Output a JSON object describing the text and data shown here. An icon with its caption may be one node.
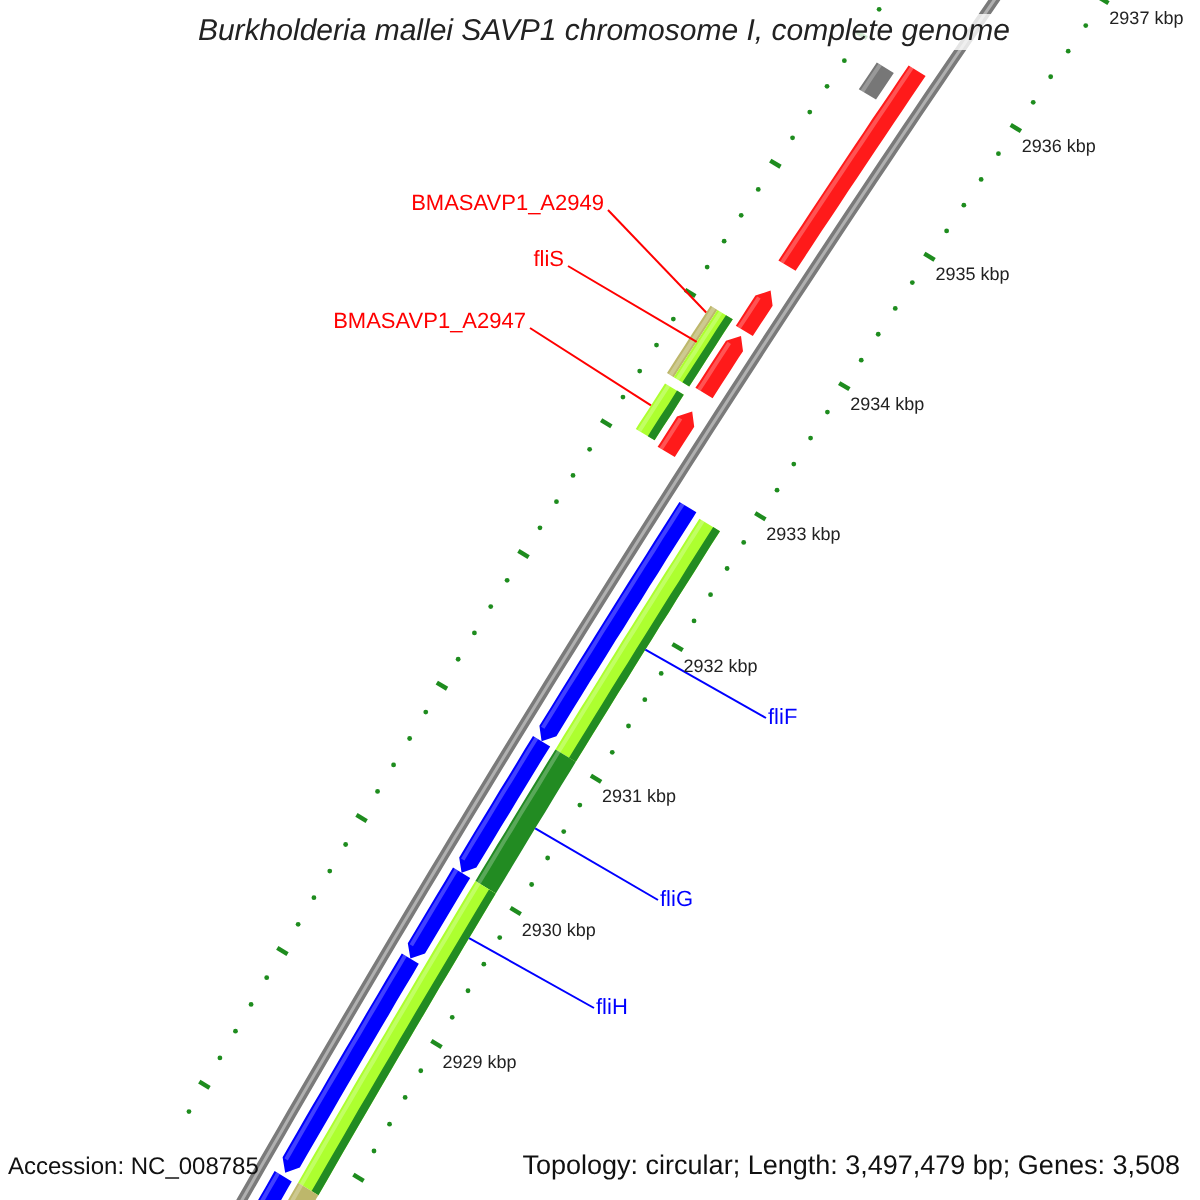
{
  "diagram": {
    "title": "Burkholderia mallei SAVP1 chromosome I, complete genome",
    "nodes": [
      {
        "text": [
          "BMASAVP1_A2949"
        ]
      },
      {
        "text": [
          "fliS"
        ]
      },
      {
        "text": [
          "BMASAVP1_A2947"
        ]
      },
      {
        "text": [
          "fliF"
        ]
      },
      {
        "text": [
          "fliG"
        ]
      },
      {
        "text": [
          "fliH"
        ]
      },
      {
        "text": [],
        "shape": "bar"
      },
      {
        "text": [],
        "shape": "bar"
      },
      {
        "text": [],
        "shape": "bar"
      },
      {
        "text": [],
        "shape": "bar"
      },
      {
        "text": [],
        "shape": "bar"
      },
      {
        "text": [],
        "shape": "bar"
      },
      {
        "text": [],
        "shape": "bar"
      },
      {
        "text": [],
        "shape": "bar"
      },
      {
        "text": [],
        "shape": "bar"
      },
      {
        "text": [],
        "shape": "bar"
      },
      {
        "text": [],
        "shape": "bar"
      },
      {
        "text": [],
        "shape": "bar"
      },
      {
        "text": [],
        "shape": "bar"
      },
      {
        "text": [],
        "shape": "bar"
      },
      {
        "text": [],
        "shape": "bar"
      },
      {
        "text": [],
        "shape": "bar"
      },
      {
        "text": [],
        "shape": "bar"
      }
    ],
    "edges": [
      {
        "from": 0,
        "to": 9,
        "arrow": "none",
        "color": "#ff0000"
      },
      {
        "from": 1,
        "to": 10,
        "arrow": "none",
        "color": "#ff0000"
      },
      {
        "from": 2,
        "to": 12,
        "arrow": "none",
        "color": "#ff0000"
      },
      {
        "from": 3,
        "to": 15,
        "arrow": "none",
        "color": "#0000ff"
      },
      {
        "from": 4,
        "to": 17,
        "arrow": "none",
        "color": "#0000ff"
      },
      {
        "from": 5,
        "to": 19,
        "arrow": "none",
        "color": "#0000ff"
      }
    ],
    "labels": [
      "2937 kbp",
      "2936 kbp",
      "2935 kbp",
      "2934 kbp",
      "2933 kbp",
      "2932 kbp",
      "2931 kbp",
      "2930 kbp",
      "2929 kbp",
      "Accession: NC_008785",
      "Topology: circular; Length: 3,497,479 bp; Genes: 3,508"
    ]
  }
}
